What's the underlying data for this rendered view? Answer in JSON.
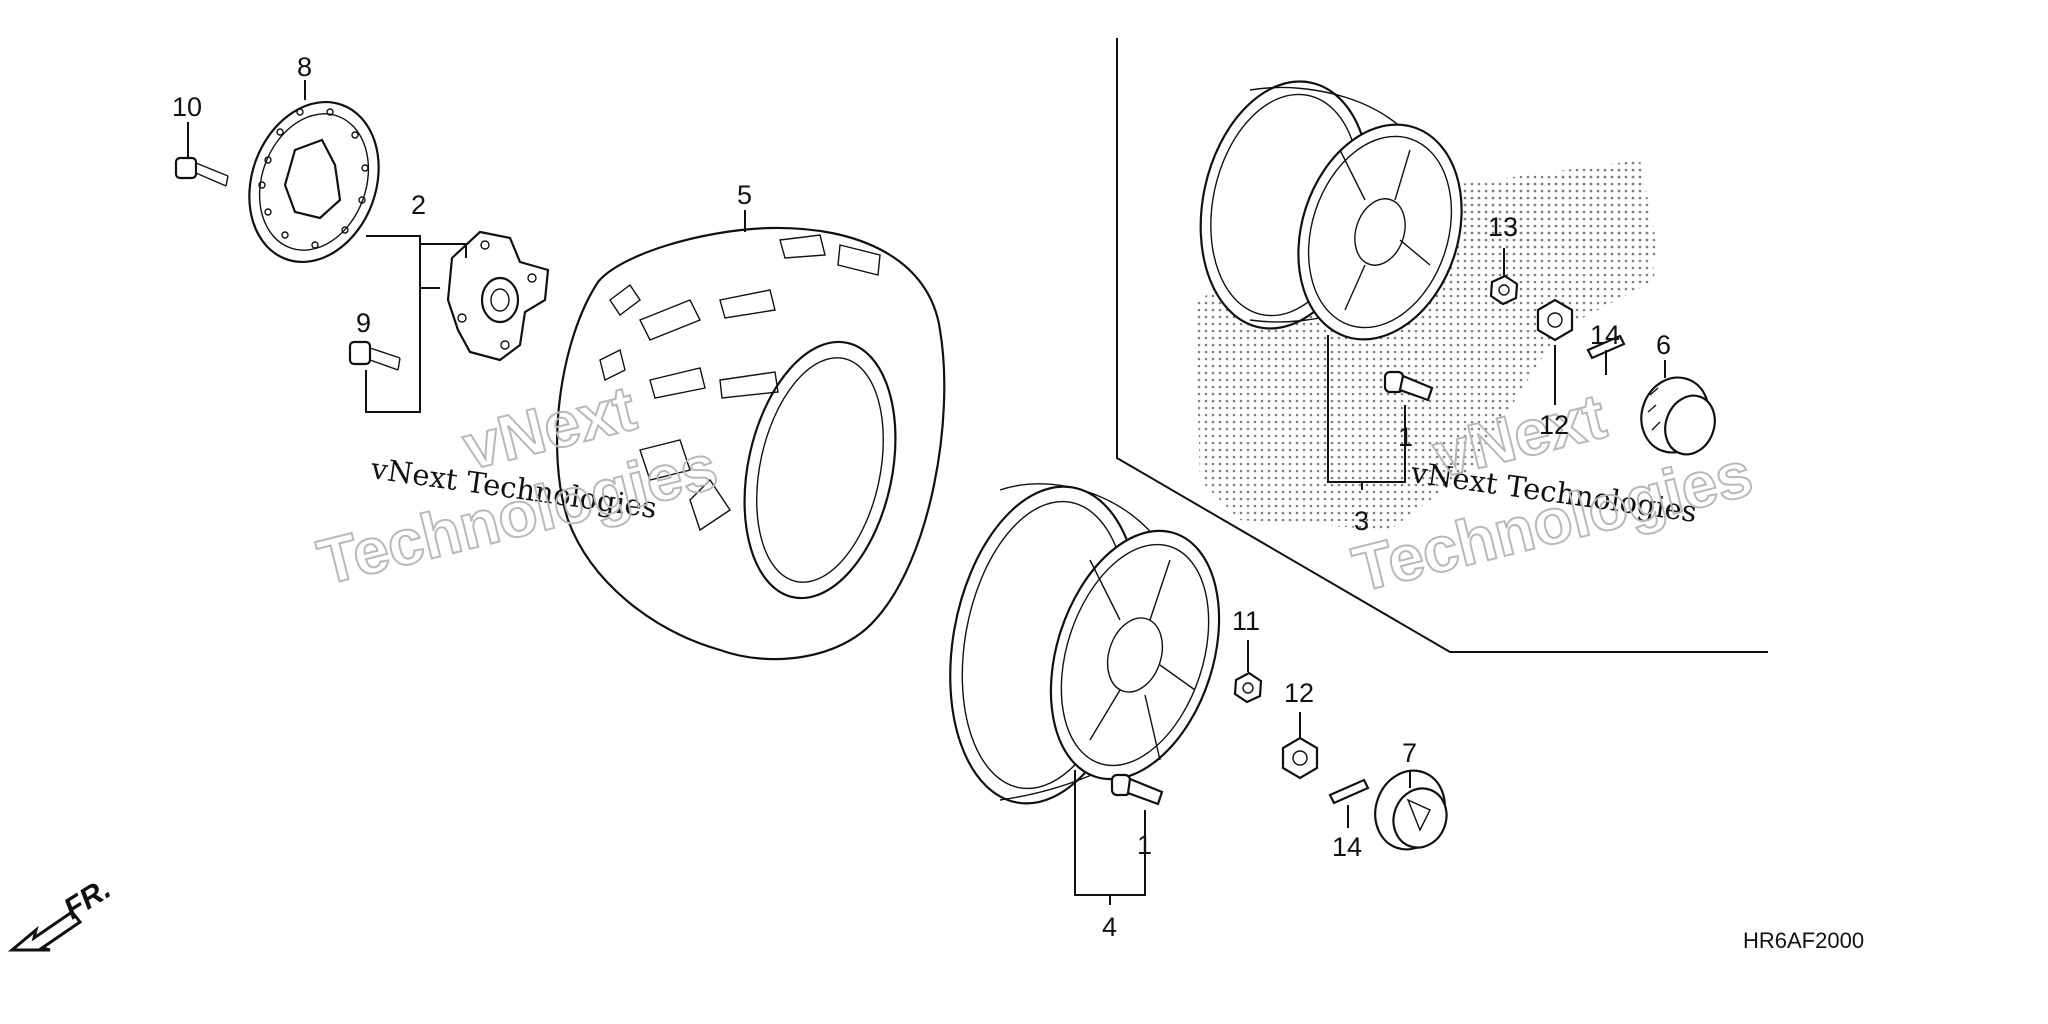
{
  "diagram": {
    "code": "HR6AF2000",
    "direction_label": "FR.",
    "watermark": {
      "small": "vNext Technologies",
      "big_line1": "vNext",
      "big_line2": "Technologies"
    },
    "callouts": {
      "c1a": "1",
      "c1b": "1",
      "c2": "2",
      "c3": "3",
      "c4": "4",
      "c5": "5",
      "c6": "6",
      "c7": "7",
      "c8": "8",
      "c9": "9",
      "c10": "10",
      "c11": "11",
      "c12a": "12",
      "c12b": "12",
      "c13": "13",
      "c14a": "14",
      "c14b": "14"
    }
  }
}
